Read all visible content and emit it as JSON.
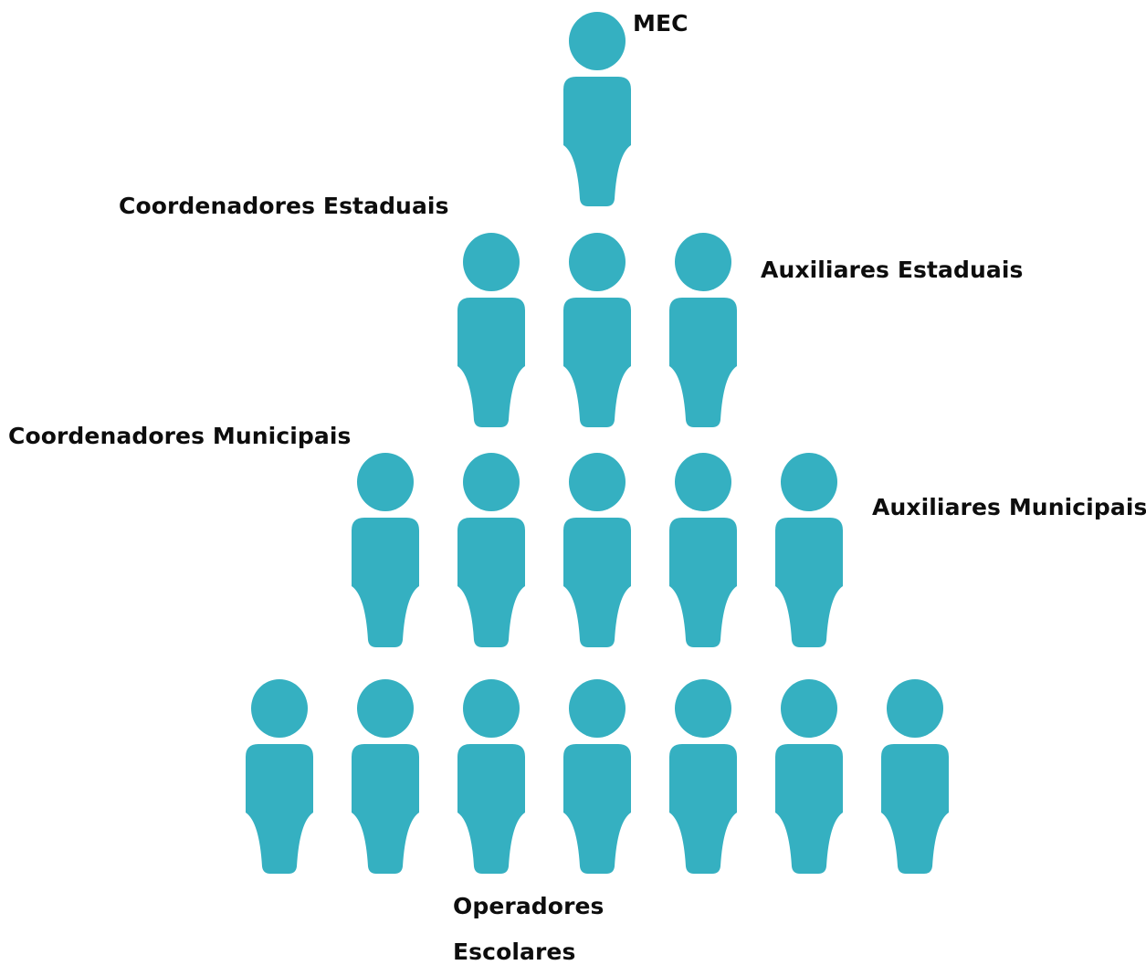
{
  "colors": {
    "figure": "#35b0c1",
    "text": "#0d0d0d"
  },
  "icon": "person-icon",
  "levels": [
    {
      "name": "MEC",
      "count": 1
    },
    {
      "name": "Auxiliares Estaduais",
      "count": 3
    },
    {
      "name": "Auxiliares Municipais",
      "count": 5
    },
    {
      "name": "Operadores Escolares",
      "count": 7
    }
  ],
  "labels": {
    "mec": "MEC",
    "coordenadores_estaduais": "Coordenadores Estaduais",
    "auxiliares_estaduais": "Auxiliares Estaduais",
    "coordenadores_municipais": "Coordenadores Municipais",
    "auxiliares_municipais": "Auxiliares Municipais",
    "operadores_line1": "Operadores",
    "operadores_line2": "Escolares"
  }
}
